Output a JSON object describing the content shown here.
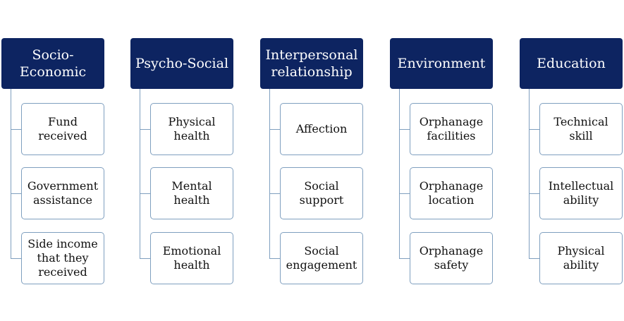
{
  "colors": {
    "header_fill": "#0d2461",
    "header_text": "#ffffff",
    "box_border": "#7f9fbf",
    "connector": "#7f9fbf"
  },
  "categories": [
    {
      "title": "Socio-Economic",
      "items": [
        "Fund received",
        "Government assistance",
        "Side income that they received"
      ]
    },
    {
      "title": "Psycho-Social",
      "items": [
        "Physical health",
        "Mental health",
        "Emotional health"
      ]
    },
    {
      "title": "Interpersonal relationship",
      "items": [
        "Affection",
        "Social support",
        "Social engagement"
      ]
    },
    {
      "title": "Environment",
      "items": [
        "Orphanage facilities",
        "Orphanage location",
        "Orphanage safety"
      ]
    },
    {
      "title": "Education",
      "items": [
        "Technical skill",
        "Intellectual ability",
        "Physical ability"
      ]
    }
  ]
}
